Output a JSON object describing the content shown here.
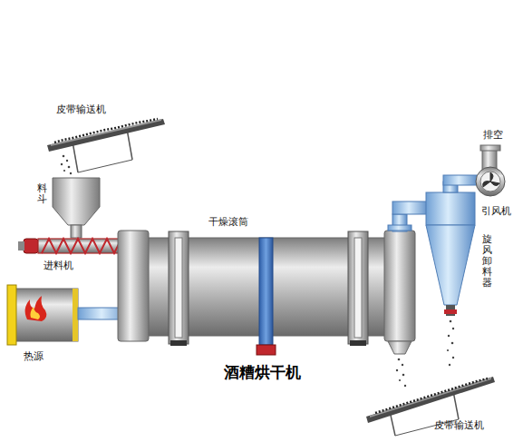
{
  "diagram": {
    "caption": "酒糟烘干机",
    "labels": [
      "皮带输送机",
      "料斗",
      "进料机",
      "热源",
      "干燥滚筒",
      "排空",
      "引风机",
      "旋风卸料器",
      "皮带输送机"
    ]
  }
}
